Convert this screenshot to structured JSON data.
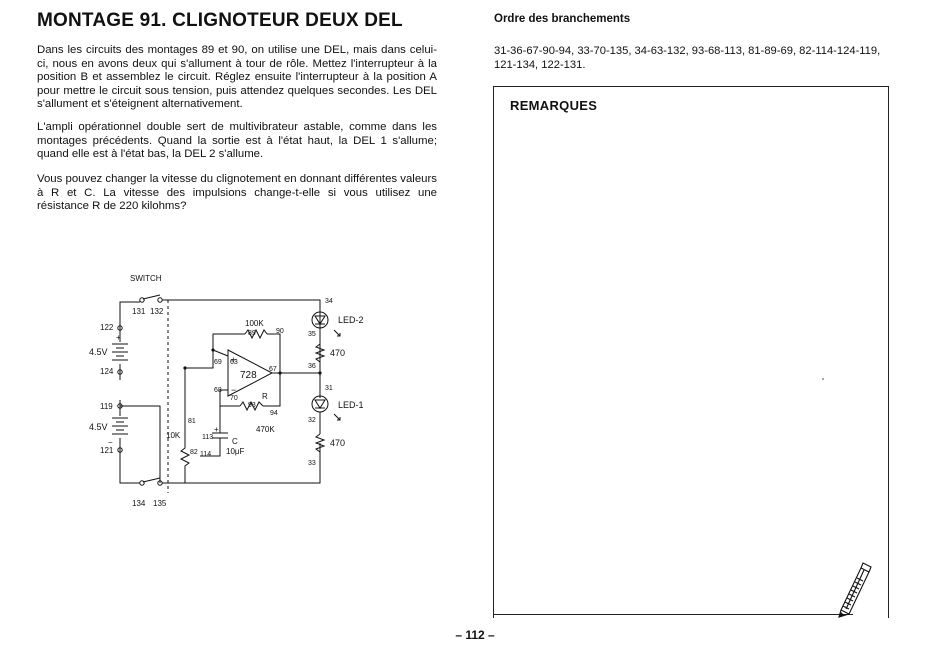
{
  "page": {
    "title": "MONTAGE 91. CLIGNOTEUR DEUX DEL",
    "paragraphs": [
      "Dans les circuits des montages 89 et 90, on utilise une DEL, mais dans celui-ci, nous en avons deux qui s'allument à tour de rôle. Mettez l'interrupteur à la position B et assemblez le circuit. Réglez ensuite l'interrupteur à la position A pour mettre le circuit sous tension, puis attendez quelques secondes. Les DEL s'allument et s'éteignent alternativement.",
      "L'ampli opérationnel double sert de multivibrateur astable, comme dans les montages précédents. Quand la sortie est à l'état haut, la DEL 1 s'allume; quand elle est à l'état bas, la DEL 2 s'allume.",
      "Vous pouvez changer la vitesse du clignotement en donnant différentes valeurs à R et C. La vitesse des impulsions change-t-elle si vous utilisez une résistance R de 220 kilohms?"
    ],
    "connections_title": "Ordre des branchements",
    "connections": "31-36-67-90-94, 33-70-135, 34-63-132, 93-68-113, 81-89-69, 82-114-124-119, 121-134, 122-131.",
    "remarks_title": "REMARQUES",
    "page_number": "– 112 –",
    "icons": {
      "pencil": "pencil-icon"
    }
  },
  "circuit": {
    "switch_label": "SWITCH",
    "labels": {
      "n131": "131",
      "n132": "132",
      "n134": "134",
      "n135": "135",
      "n122": "122",
      "n124": "124",
      "n119": "119",
      "n121": "121",
      "bat1": "4.5V",
      "bat2": "4.5V",
      "plus1": "+",
      "minus2": "−",
      "r100k": "100K",
      "n89": "89",
      "n90": "90",
      "n69": "69",
      "n63": "63",
      "n68": "68",
      "n67": "67",
      "n70": "70",
      "opamp": "728",
      "plus": "+",
      "minus": "−",
      "r_label": "R",
      "n93": "93",
      "n94": "94",
      "r470k": "470K",
      "r10k": "10K",
      "n81": "81",
      "n82": "82",
      "n113": "113",
      "n114": "114",
      "c_label": "C",
      "c_plus": "+",
      "c_val": "10μF",
      "n34": "34",
      "n35": "35",
      "n36": "36",
      "n31": "31",
      "n32": "32",
      "n33": "33",
      "led2": "LED-2",
      "led1": "LED-1",
      "r470a": "470",
      "r470b": "470"
    }
  }
}
